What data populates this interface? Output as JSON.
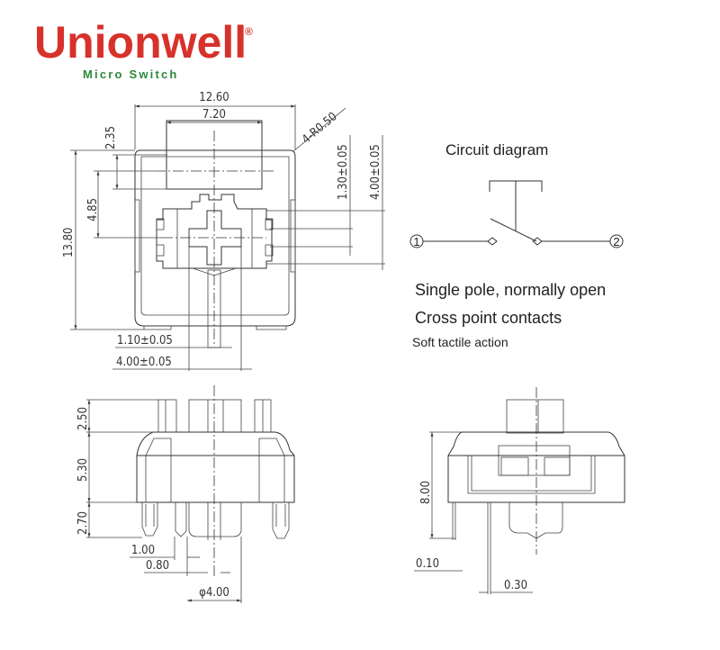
{
  "brand": {
    "name": "Unionwell",
    "registered_mark": "®",
    "tagline": "Micro Switch",
    "colors": {
      "name": "#d6322a",
      "tagline": "#2e8a3a"
    }
  },
  "top_view": {
    "dims": {
      "width_total": "12.60",
      "cap_width": "7.20",
      "corner_radius": "4-R0.50",
      "cap_offset": "2.35",
      "center_offset": "4.85",
      "height_total": "13.80",
      "pin_gap_small": "1.30±0.05",
      "pin_gap_large": "4.00±0.05",
      "stem_width": "1.10±0.05",
      "stem_spacing": "4.00±0.05"
    }
  },
  "circuit": {
    "title": "Circuit diagram",
    "terminal_1": "1",
    "terminal_2": "2",
    "features": [
      "Single pole, normally open",
      "Cross point contacts",
      "Soft tactile action"
    ]
  },
  "front_view": {
    "dims": {
      "stem_height": "2.50",
      "body_height": "5.30",
      "pin_height": "2.70",
      "pin_width": "1.00",
      "pin_thickness": "0.80",
      "post_diameter": "φ4.00"
    }
  },
  "side_view": {
    "dims": {
      "total_height": "8.00",
      "lead_width": "0.10",
      "lead_thickness": "0.30"
    }
  }
}
